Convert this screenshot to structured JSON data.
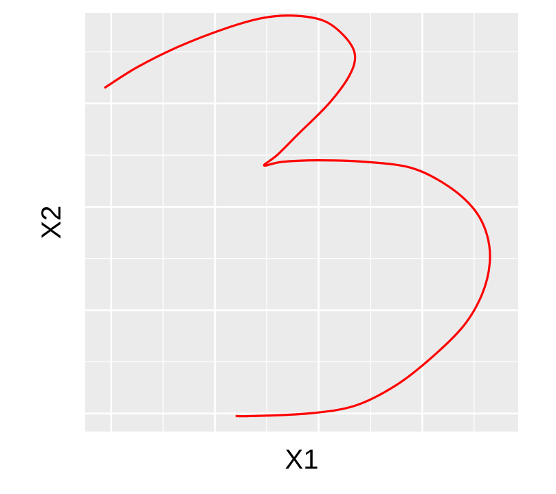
{
  "chart_data": {
    "type": "line",
    "title": "",
    "xlabel": "X1",
    "ylabel": "X2",
    "xlim": [
      -0.5,
      7.85
    ],
    "ylim": [
      -0.35,
      7.75
    ],
    "x_major_ticks": [
      0,
      2,
      4,
      6
    ],
    "x_minor_ticks": [
      1,
      3,
      5,
      7
    ],
    "y_major_ticks": [
      0,
      2,
      4,
      6
    ],
    "y_minor_ticks": [
      1,
      3,
      5,
      7
    ],
    "tick_labels_shown": false,
    "grid": true,
    "legend": "none",
    "series": [
      {
        "color": "#ff0000",
        "x": [
          -0.13,
          0.5,
          1.3,
          2.2,
          2.9,
          3.5,
          4.1,
          4.5,
          4.7,
          4.6,
          4.2,
          3.6,
          3.2,
          2.95,
          3.3,
          4.0,
          4.9,
          5.8,
          6.5,
          7.0,
          7.25,
          7.3,
          7.15,
          6.8,
          6.2,
          5.5,
          4.7,
          3.8,
          2.7,
          2.4
        ],
        "y": [
          6.3,
          6.7,
          7.1,
          7.45,
          7.65,
          7.7,
          7.6,
          7.3,
          6.95,
          6.55,
          6.0,
          5.4,
          5.0,
          4.8,
          4.87,
          4.9,
          4.87,
          4.75,
          4.4,
          3.95,
          3.45,
          2.9,
          2.3,
          1.7,
          1.1,
          0.55,
          0.15,
          0.0,
          -0.05,
          -0.05
        ]
      }
    ]
  }
}
